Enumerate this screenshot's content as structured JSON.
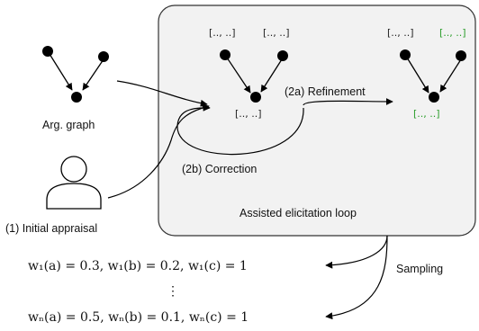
{
  "diagram": {
    "loop_box_label": "Assisted elicitation loop",
    "arg_graph_label": "Arg. graph",
    "initial_appraisal_label": "(1) Initial appraisal",
    "refinement_label": "(2a) Refinement",
    "correction_label": "(2b) Correction",
    "sampling_label": "Sampling",
    "placeholder": "[.., ..]",
    "colors": {
      "box_fill": "#f2f2f2",
      "box_stroke": "#333333",
      "refined_value": "#2a9d2a",
      "node": "#000000"
    },
    "weights": {
      "first": "w₁(a) = 0.3, w₁(b) = 0.2, w₁(c) = 1",
      "last": "wₙ(a) = 0.5, wₙ(b) = 0.1, wₙ(c) = 1",
      "ellipsis": "⋮"
    },
    "icons": [
      "user-icon",
      "argument-graph-icon"
    ]
  }
}
